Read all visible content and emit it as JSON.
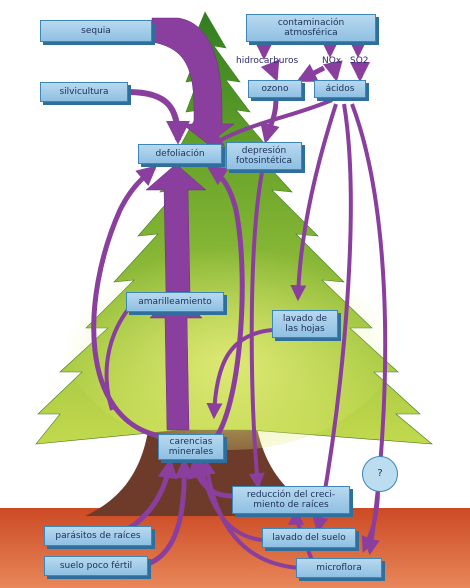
{
  "diagram": {
    "nodes": {
      "sequia": "sequia",
      "contaminacion": "contaminación\natmosférica",
      "silvicultura": "silvicultura",
      "ozono": "ozono",
      "acidos": "ácidos",
      "defoliacion": "defoliación",
      "depresion": "depresión\nfotosintética",
      "amarilleamiento": "amarilleamiento",
      "lavado_hojas": "lavado de\nlas hojas",
      "carencias": "carencias\nminerales",
      "reduccion": "reducción del creci-\nmiento de raíces",
      "parasitos": "parásitos de raíces",
      "lavado_suelo": "lavado del suelo",
      "suelo": "suelo poco fértil",
      "microflora": "microflora"
    },
    "labels": {
      "hidrocarburos": "hidrocarburos",
      "nox": "NOx",
      "so2": "SO2",
      "unknown": "?"
    },
    "colors": {
      "arrow": "#8a3f9e",
      "box": "#a9d0ea",
      "tree": "#8fbf33",
      "trunk": "#6b3b2a",
      "soil": "#d35a2d"
    }
  }
}
